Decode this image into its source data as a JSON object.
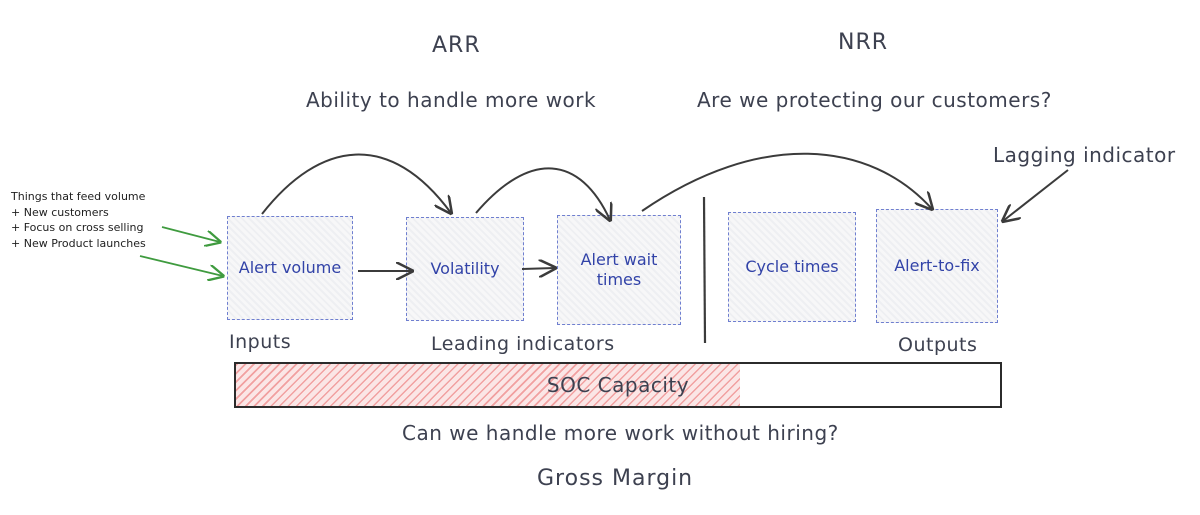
{
  "headers": {
    "arr_title": "ARR",
    "arr_subtitle": "Ability to handle more work",
    "nrr_title": "NRR",
    "nrr_subtitle": "Are we protecting our customers?"
  },
  "lagging_label": "Lagging indicator",
  "note": {
    "title": "Things that feed volume",
    "items": [
      "+ New customers",
      "+ Focus on cross selling",
      "+ New Product launches"
    ]
  },
  "boxes": {
    "alert_volume": "Alert volume",
    "volatility": "Volatility",
    "alert_wait_times": "Alert wait\ntimes",
    "cycle_times": "Cycle times",
    "alert_to_fix": "Alert-to-fix"
  },
  "section_labels": {
    "inputs": "Inputs",
    "leading": "Leading indicators",
    "outputs": "Outputs"
  },
  "capacity_bar": {
    "label": "SOC Capacity",
    "fill_fraction": 0.66
  },
  "bottom": {
    "question": "Can we handle more work without hiring?",
    "gross_margin": "Gross Margin"
  },
  "colors": {
    "box_border": "#6f7fd0",
    "box_text": "#3243a8",
    "green_arrow": "#3f9b3f",
    "bar_fill": "#f1a0a0"
  }
}
